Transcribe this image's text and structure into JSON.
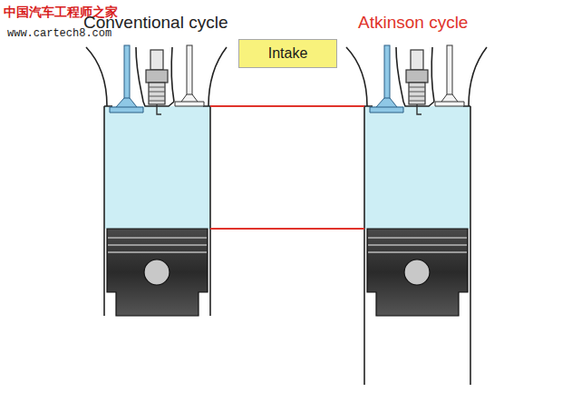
{
  "diagram": {
    "nodes": [
      {
        "text": [
          "Intake"
        ]
      }
    ],
    "labels": [
      "中国汽车工程师之家",
      "www.cartech8.com",
      "Conventional cycle",
      "Atkinson cycle"
    ]
  }
}
